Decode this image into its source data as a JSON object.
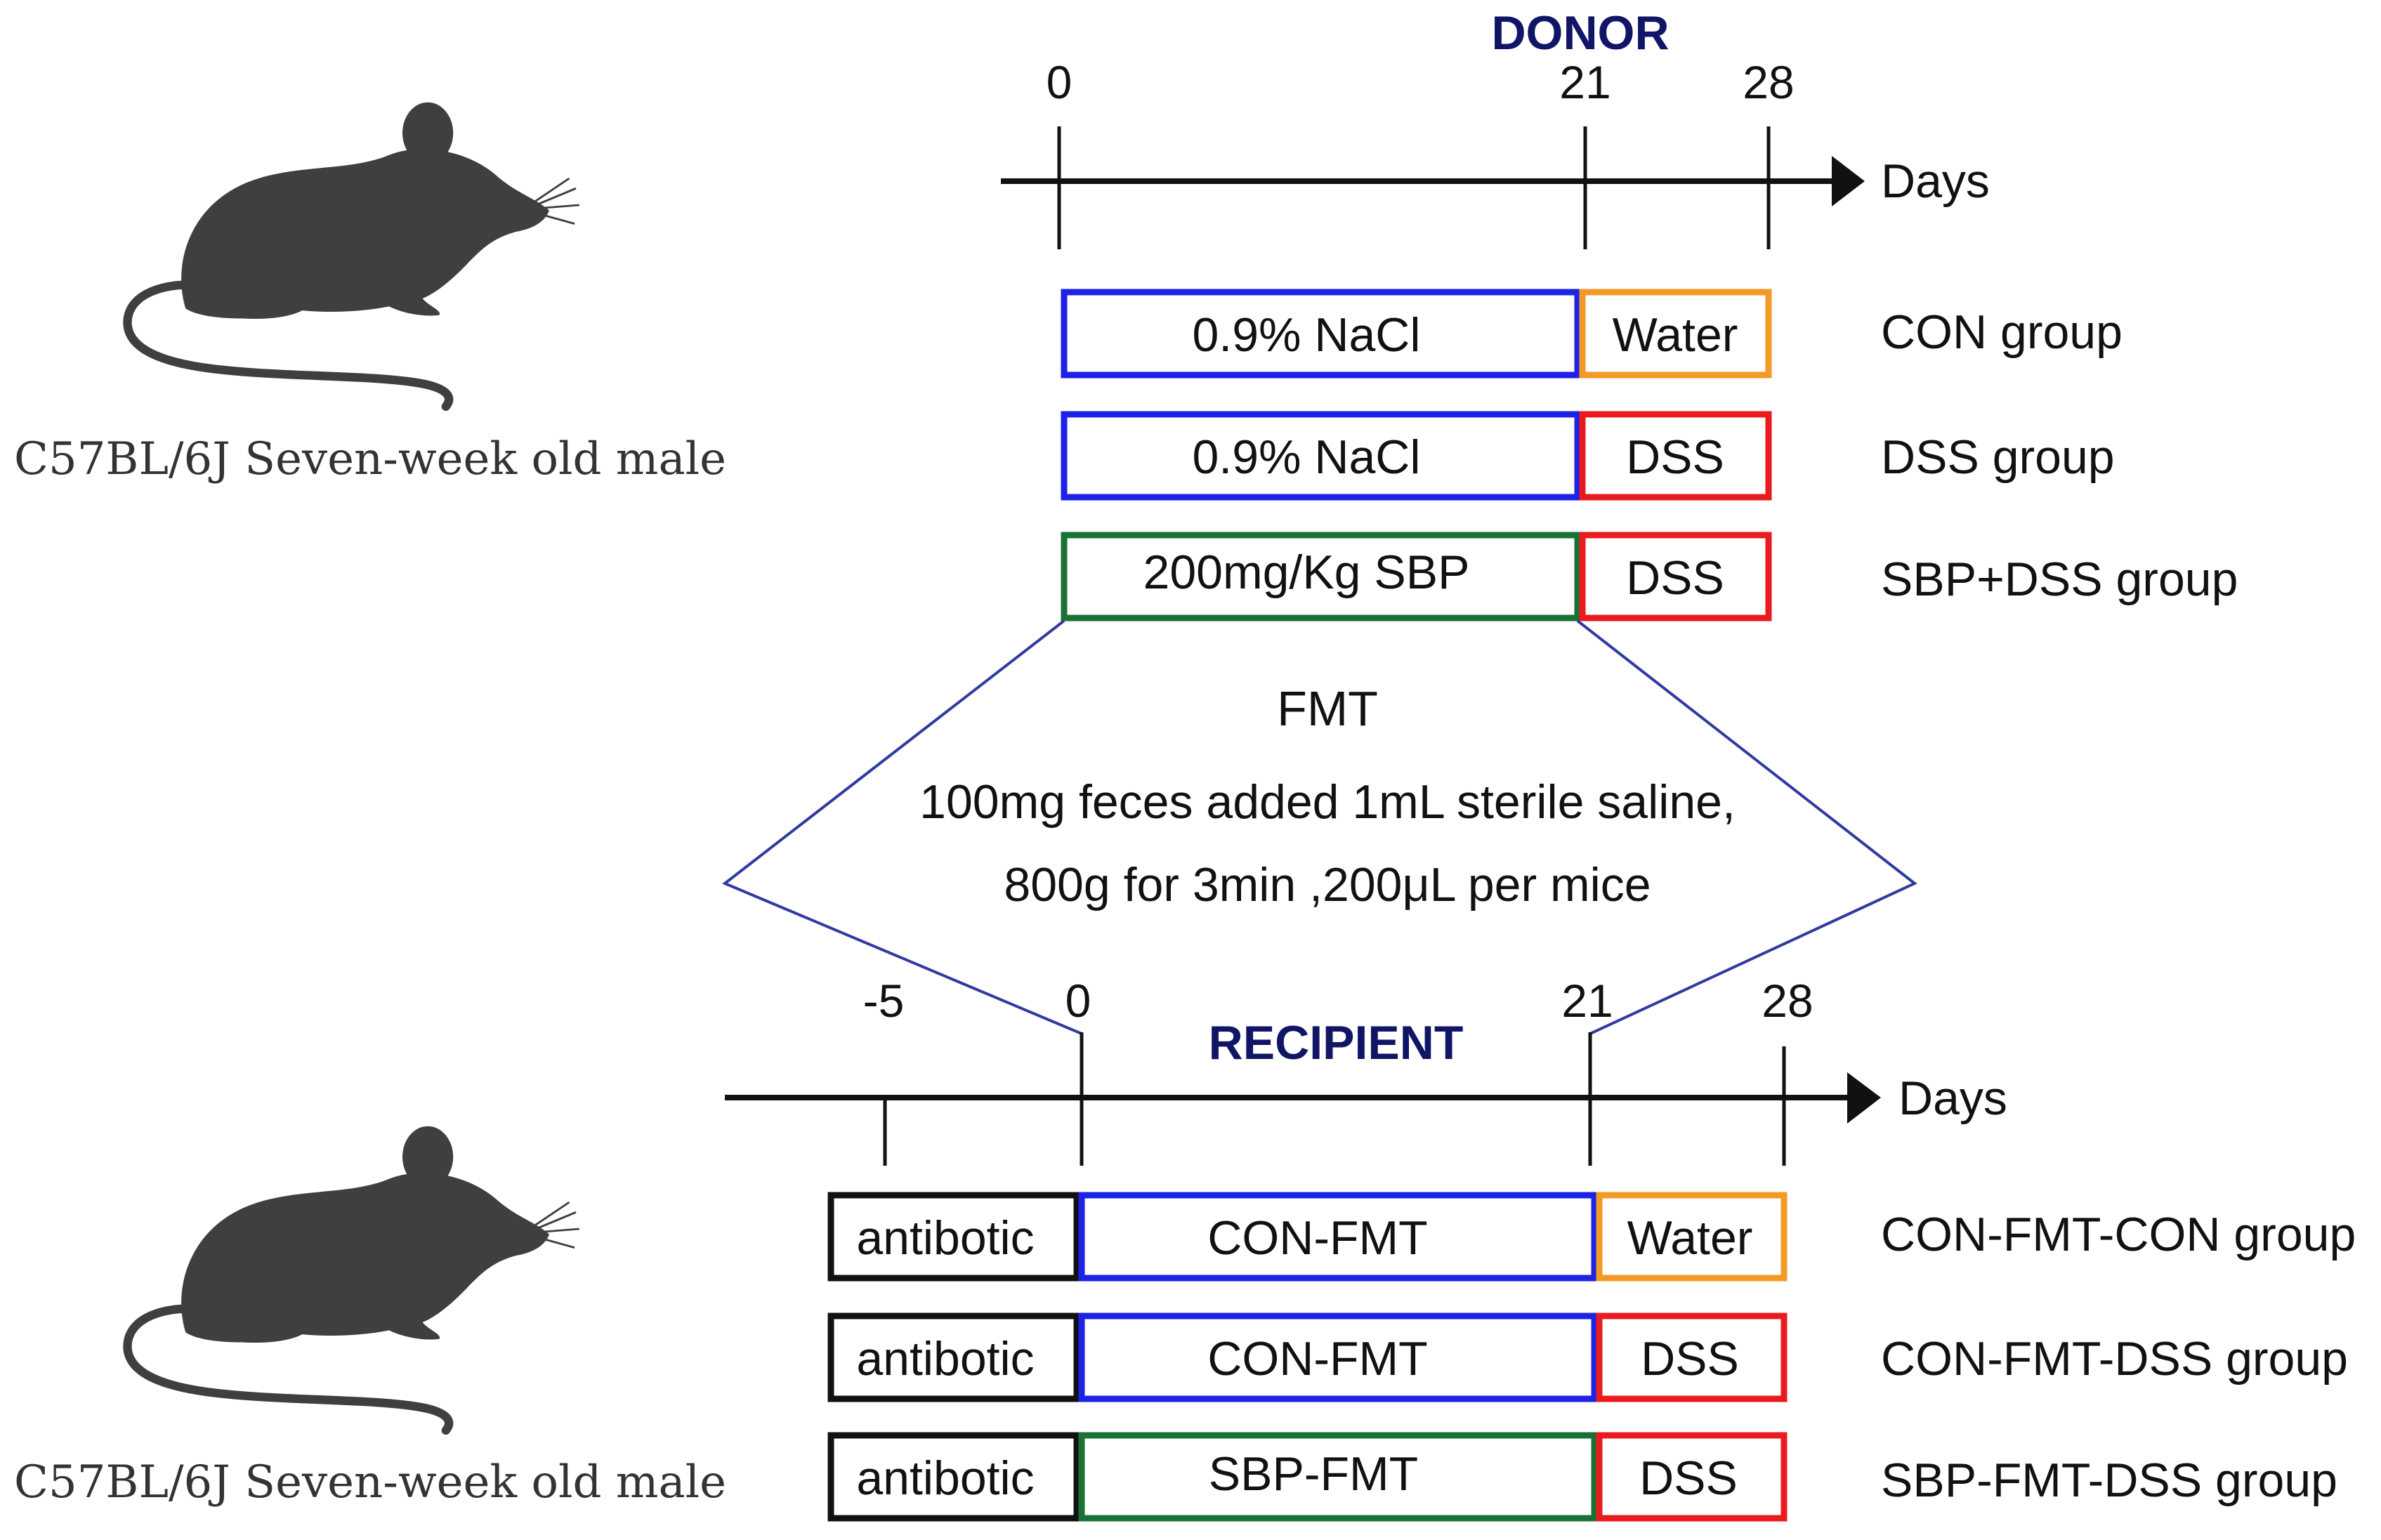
{
  "colors": {
    "header": "#101566",
    "nacl": "#1d22e6",
    "water": "#f39a26",
    "dss": "#ea1b1e",
    "sbp": "#187236",
    "antibiotic": "#111111",
    "fmt_outline": "#303aa0",
    "mouse": "#3f3f3f"
  },
  "icons": [
    "mouse-silhouette",
    "mouse-silhouette"
  ],
  "donor": {
    "title": "DONOR",
    "axis_label": "Days",
    "ticks": [
      "0",
      "21",
      "28"
    ],
    "mouse_caption": "C57BL/6J Seven-week old male",
    "groups": [
      {
        "name": "CON group",
        "phase1": "0.9% NaCl",
        "phase2": "Water"
      },
      {
        "name": "DSS group",
        "phase1": "0.9% NaCl",
        "phase2": "DSS"
      },
      {
        "name": "SBP+DSS group",
        "phase1": "200mg/Kg SBP",
        "phase2": "DSS"
      }
    ]
  },
  "fmt": {
    "title": "FMT",
    "line1": "100mg feces added 1mL sterile saline,",
    "line2": "800g for 3min ,200μL per mice"
  },
  "recipient": {
    "title": "RECIPIENT",
    "axis_label": "Days",
    "ticks": [
      "-5",
      "0",
      "21",
      "28"
    ],
    "mouse_caption": "C57BL/6J Seven-week old male",
    "groups": [
      {
        "name": "CON-FMT-CON group",
        "phase0": "antibotic",
        "phase1": "CON-FMT",
        "phase2": "Water"
      },
      {
        "name": "CON-FMT-DSS group",
        "phase0": "antibotic",
        "phase1": "CON-FMT",
        "phase2": "DSS"
      },
      {
        "name": "SBP-FMT-DSS group",
        "phase0": "antibotic",
        "phase1": "SBP-FMT",
        "phase2": "DSS"
      }
    ]
  }
}
